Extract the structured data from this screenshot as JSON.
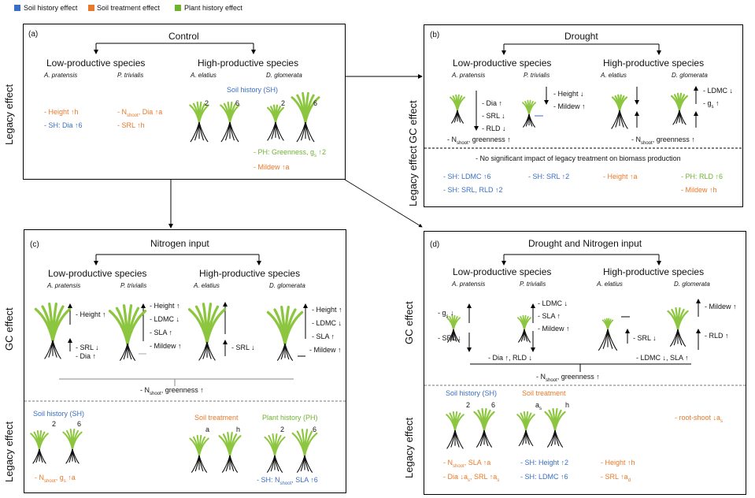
{
  "legend": {
    "items": [
      {
        "label": "Soil history effect",
        "color": "#3a6fc4"
      },
      {
        "label": "Soil treatment effect",
        "color": "#e8782a"
      },
      {
        "label": "Plant history effect",
        "color": "#6fb230"
      }
    ]
  },
  "colors": {
    "plant": "#8cc63f",
    "root": "#111111"
  },
  "panel_a": {
    "tag": "(a)",
    "title": "Control",
    "side_label": "Legacy effect",
    "low": "Low-productive species",
    "high": "High-productive species",
    "sp1": "A. pratensis",
    "sp2": "P. trivialis",
    "sp3": "A. elatius",
    "sp4": "D. glomerata",
    "sh_label": "Soil history (SH)",
    "n2": "2",
    "n6": "6",
    "n2b": "2",
    "n6b": "6",
    "e1": "- Height ↑h",
    "e2": "- SH: Dia ↑6",
    "e3": "- N",
    "e3sub": "shoot",
    "e3b": ", Dia ↑a",
    "e4": "- SRL ↑h",
    "e5": "- PH: Greenness, g",
    "e5sub": "s",
    "e5b": " ↑2",
    "e6": "- Mildew ↑a"
  },
  "panel_b": {
    "tag": "(b)",
    "title": "Drought",
    "side1": "GC effect",
    "side2": "Legacy effect",
    "low": "Low-productive species",
    "high": "High-productive species",
    "sp1": "A. pratensis",
    "sp2": "P. trivialis",
    "sp3": "A. elatius",
    "sp4": "D. glomerata",
    "dia": "- Dia ↑",
    "srl": "- SRL ↓",
    "rld": "- RLD ↓",
    "height": "- Height ↓",
    "mildew": "- Mildew ↑",
    "ldmc": "- LDMC ↓",
    "gs": "- g",
    "gssub": "s",
    "gsb": " ↑",
    "nshoot1": "- N",
    "nshoot1sub": "shoot",
    "nshoot1b": ", greenness ↑",
    "nshoot2": "- N",
    "nshoot2sub": "shoot",
    "nshoot2b": ", greenness ↑",
    "nosig": "- No significant impact of legacy treatment on biomass production",
    "l1": "- SH: LDMC ↑6",
    "l2": "- SH: SRL, RLD ↑2",
    "l3": "- SH: SRL ↑2",
    "l4": "- Height ↑a",
    "l5": "- PH: RLD ↑6",
    "l6": "- Mildew ↑h"
  },
  "panel_c": {
    "tag": "(c)",
    "title": "Nitrogen input",
    "side1": "GC effect",
    "side2": "Legacy effect",
    "low": "Low-productive species",
    "high": "High-productive species",
    "sp1": "A. pratensis",
    "sp2": "P. trivialis",
    "sp3": "A. elatius",
    "sp4": "D. glomerata",
    "g1a": "- Height ↑",
    "g1b": "- SRL ↓",
    "g1c": "- Dia ↑",
    "g2a": "- Height ↑",
    "g2b": "- LDMC ↓",
    "g2c": "- SLA ↑",
    "g2d": "- Mildew ↑",
    "g3a": "- SRL ↓",
    "g4a": "- Height ↑",
    "g4b": "- LDMC ↓",
    "g4c": "- SLA ↑",
    "g4d": "- Mildew ↑",
    "nshoot": "- N",
    "nshootsub": "shoot",
    "nshootb": ", greenness ↑",
    "sh_label": "Soil history (SH)",
    "st_label": "Soil treatment",
    "ph_label": "Plant history (PH)",
    "n2": "2",
    "n6": "6",
    "na": "a",
    "nh": "h",
    "n2b": "2",
    "n6b": "6",
    "l1": "- N",
    "l1sub": "shoot",
    "l1b": ", g",
    "l1sub2": "s",
    "l1c": " ↑a",
    "l2": "- SH: N",
    "l2sub": "shoot",
    "l2b": ", SLA ↑6"
  },
  "panel_d": {
    "tag": "(d)",
    "title": "Drought and Nitrogen input",
    "side1": "GC effect",
    "side2": "Legacy effect",
    "low": "Low-productive species",
    "high": "High-productive species",
    "sp1": "A. pratensis",
    "sp2": "P. trivialis",
    "sp3": "A. elatius",
    "sp4": "D. glomerata",
    "gs": "- g",
    "gssub": "s",
    "gsb": " ↓",
    "srl": "- SRL ↓",
    "ldmc": "- LDMC ↓",
    "sla": "- SLA ↑",
    "mildew": "- Mildew ↑",
    "srl2": "- SRL ↓",
    "mildew2": "- Mildew ↑",
    "rld": "- RLD ↑",
    "diarld": "- Dia ↑, RLD ↓",
    "ldmcsla": "- LDMC ↓, SLA ↑",
    "nshoot": "- N",
    "nshootsub": "shoot",
    "nshootb": ", greenness ↑",
    "sh_label": "Soil history (SH)",
    "st_label": "Soil treatment",
    "n2": "2",
    "n6": "6",
    "na": "a",
    "nasub": "s",
    "nh": "h",
    "rootshoot": "- root-shoot ↓a",
    "rootshootsub": "s",
    "l1": "- N",
    "l1sub": "shoot",
    "l1b": ", SLA ↑a",
    "l2": "- Dia ↓a",
    "l2sub": "s",
    "l2b": ", SRL ↑a",
    "l2sub2": "s",
    "l3": "- SH: Height ↑2",
    "l4": "- SH: LDMC ↑6",
    "l5": "- Height ↑h",
    "l6": "- SRL ↑a",
    "l6sub": "d"
  }
}
